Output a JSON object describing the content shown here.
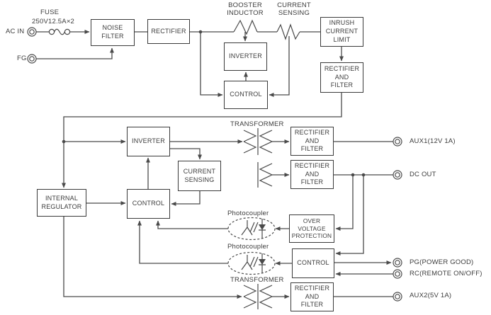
{
  "colors": {
    "line": "#4a4a4a",
    "box_border": "#3a3a3a",
    "text": "#3c3c3c",
    "background": "#ffffff"
  },
  "inputs": {
    "ac_in_label": "AC IN",
    "fg_label": "FG",
    "fuse_title": "FUSE",
    "fuse_rating": "250V12.5A×2"
  },
  "component_labels": {
    "booster_inductor": "BOOSTER\nINDUCTOR",
    "current_sensing_resistor": "CURRENT\nSENSING",
    "transformer_main": "TRANSFORMER",
    "transformer_aux": "TRANSFORMER",
    "photocoupler_ovp": "Photocoupler",
    "photocoupler_control": "Photocoupler"
  },
  "blocks": {
    "noise_filter": "NOISE\nFILTER",
    "rectifier_input": "RECTIFIER",
    "pfc_inverter": "INVERTER",
    "pfc_control": "CONTROL",
    "inrush_current_limit": "INRUSH\nCURRENT\nLIMIT",
    "rectifier_filter_primary": "RECTIFIER\nAND\nFILTER",
    "main_inverter": "INVERTER",
    "current_sensing_block": "CURRENT\nSENSING",
    "main_control": "CONTROL",
    "internal_regulator": "INTERNAL\nREGULATOR",
    "rectifier_filter_aux1": "RECTIFIER\nAND\nFILTER",
    "rectifier_filter_dcout": "RECTIFIER\nAND\nFILTER",
    "over_voltage_protection": "OVER\nVOLTAGE\nPROTECTION",
    "output_control": "CONTROL",
    "rectifier_filter_aux2": "RECTIFIER\nAND\nFILTER"
  },
  "outputs": {
    "aux1": "AUX1(12V 1A)",
    "dc_out": "DC OUT",
    "pg": "PG(POWER GOOD)",
    "rc": "RC(REMOTE ON/OFF)",
    "aux2": "AUX2(5V 1A)"
  }
}
